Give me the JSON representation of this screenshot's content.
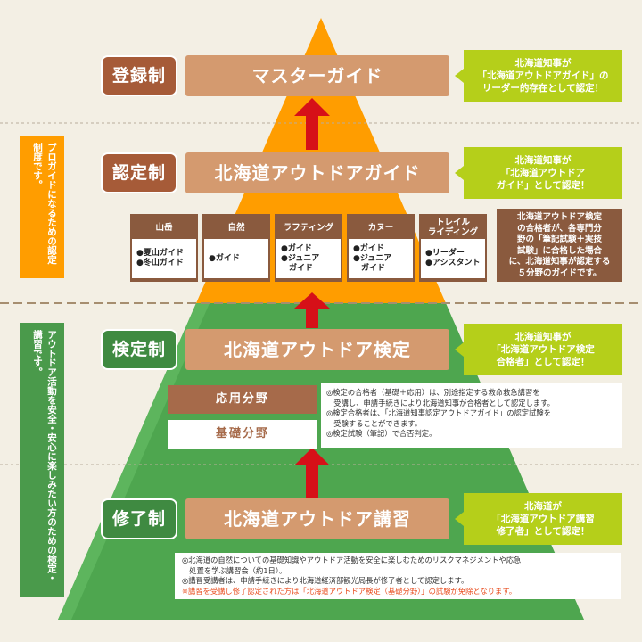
{
  "colors": {
    "background": "#f3efe4",
    "pyramid_orange": "#ff9d00",
    "pyramid_green": "#4ea64f",
    "tier_brown": "#d49a6f",
    "badge_brown": "#a65b38",
    "badge_green": "#3f8a41",
    "callout_green": "#b5cf1a",
    "arrow_red": "#d61018",
    "side_orange": "#ff9d00",
    "side_green": "#4a9a4b"
  },
  "side_labels": {
    "pro": "プロガイドになるための認定制度です。",
    "enjoy": "アウトドア活動を安全・安心に楽しみたい方のための検定・講習です。"
  },
  "tiers": [
    {
      "badge": "登録制",
      "title": "マスターガイド",
      "callout": [
        "北海道知事が",
        "「北海道アウトドアガイド」の",
        "リーダー的存在として認定！"
      ]
    },
    {
      "badge": "認定制",
      "title": "北海道アウトドアガイド",
      "callout": [
        "北海道知事が",
        "「北海道アウトドア",
        "ガイド」として認定！"
      ]
    },
    {
      "badge": "検定制",
      "title": "北海道アウトドア検定",
      "callout": [
        "北海道知事が",
        "「北海道アウトドア検定",
        "合格者」として認定！"
      ]
    },
    {
      "badge": "修了制",
      "title": "北海道アウトドア講習",
      "callout": [
        "北海道が",
        "「北海道アウトドア講習",
        "修了者」として認定！"
      ]
    }
  ],
  "fields": [
    {
      "name": "山岳",
      "items": [
        "●夏山ガイド",
        "●冬山ガイド"
      ]
    },
    {
      "name": "自然",
      "items": [
        "●ガイド"
      ]
    },
    {
      "name": "ラフティング",
      "items": [
        "●ガイド",
        "●ジュニア",
        "　ガイド"
      ]
    },
    {
      "name": "カヌー",
      "items": [
        "●ガイド",
        "●ジュニア",
        "　ガイド"
      ]
    },
    {
      "name": "トレイル\nライディング",
      "items": [
        "●リーダー",
        "●アシスタント"
      ]
    }
  ],
  "fields_note": [
    "北海道アウトドア検定",
    "の合格者が、各専門分",
    "野の「筆記試験＋実技",
    "試験」に合格した場合",
    "に、北海道知事が認定する",
    "５分野のガイドです。"
  ],
  "exam": {
    "applied": "応用分野",
    "basic": "基礎分野",
    "notes": [
      "◎検定の合格者（基礎＋応用）は、別途指定する救命救急講習を",
      "　受講し、申請手続きにより北海道知事が合格者として認定します。",
      "◎検定合格者は、「北海道知事認定アウトドアガイド」の認定試験を",
      "　受験することができます。",
      "◎検定試験（筆記）で合否判定。"
    ]
  },
  "course": {
    "notes": [
      "◎北海道の自然についての基礎知識やアウトドア活動を安全に楽しむためのリスクマネジメントや応急",
      "　処置を学ぶ講習会（約1日）。",
      "◎講習受講者は、申請手続きにより北海道経済部観光局長が修了者として認定します。"
    ],
    "exemption": "※講習を受講し修了認定された方は「北海道アウトドア検定（基礎分野）」の試験が免除となります。"
  }
}
